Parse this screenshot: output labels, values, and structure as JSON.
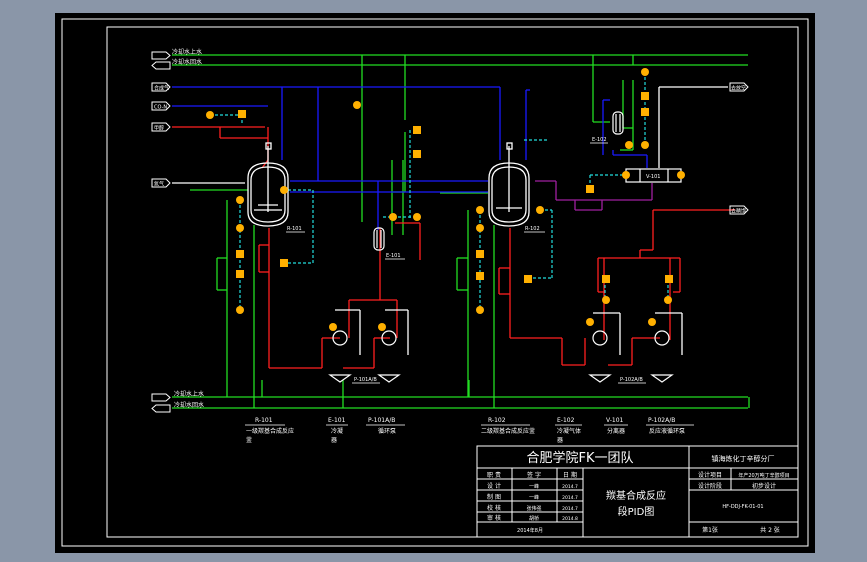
{
  "colors": {
    "background": "#8a96a8",
    "sheet": "#000000",
    "frame": "#ffffff",
    "cooling_water": "#22dd22",
    "steam": "#1a1aff",
    "process": "#ff2020",
    "signal": "#22dddd",
    "instrument": "#ffb000",
    "product": "#a020a0"
  },
  "utility_lines": {
    "top_supply": "冷却水上水",
    "top_return": "冷却水回水",
    "bottom_supply": "冷却水上水",
    "bottom_return": "冷却水回水"
  },
  "inlets": [
    {
      "label": "合成气"
    },
    {
      "label": "CO-N"
    },
    {
      "label": "甲醇"
    },
    {
      "label": "氮气"
    }
  ],
  "outlets": [
    {
      "label": "去放空"
    },
    {
      "label": "去精馏"
    }
  ],
  "equipment_tags": {
    "reactor1": "R-101",
    "reactor2": "R-102",
    "condenser1": "E-101",
    "condenser2": "E-102",
    "separator": "V-101",
    "pumps1": "P-101A/B",
    "pumps2": "P-102A/B"
  },
  "equipment_legend": [
    {
      "tag": "R-101",
      "name": "一级羰基合成反应",
      "name2": "釜"
    },
    {
      "tag": "E-101",
      "name": "冷凝",
      "name2": "器"
    },
    {
      "tag": "P-101A/B",
      "name": "循环泵",
      "name2": ""
    },
    {
      "tag": "R-102",
      "name": "二级羰基合成反应釜",
      "name2": ""
    },
    {
      "tag": "E-102",
      "name": "冷凝气体",
      "name2": "器"
    },
    {
      "tag": "V-101",
      "name": "分离器",
      "name2": ""
    },
    {
      "tag": "P-102A/B",
      "name": "反应液循环泵",
      "name2": ""
    }
  ],
  "title_block": {
    "team": "合肥学院FK一团队",
    "company": "镇海炼化丁辛醇分厂",
    "drawing_title_line1": "羰基合成反应",
    "drawing_title_line2": "段PID图",
    "headers": {
      "role": "职 责",
      "name": "签 字",
      "date": "日 期"
    },
    "rows": [
      {
        "role": "设 计",
        "name": "一峰",
        "date": "2014.7"
      },
      {
        "role": "制 图",
        "name": "一峰",
        "date": "2014.7"
      },
      {
        "role": "校 核",
        "name": "张伟强",
        "date": "2014.7"
      },
      {
        "role": "审 核",
        "name": "胡桥",
        "date": "2014.8"
      }
    ],
    "footer_date": "2014年8月",
    "project_label": "设计项目",
    "project_value": "年产20万吨丁辛醇项目",
    "stage_label": "设计阶段",
    "stage_value": "初步设计",
    "drawing_number": "HF-DDJ-FK-01-01",
    "sheet_label": "第1张",
    "total_label": "共 2 张"
  }
}
